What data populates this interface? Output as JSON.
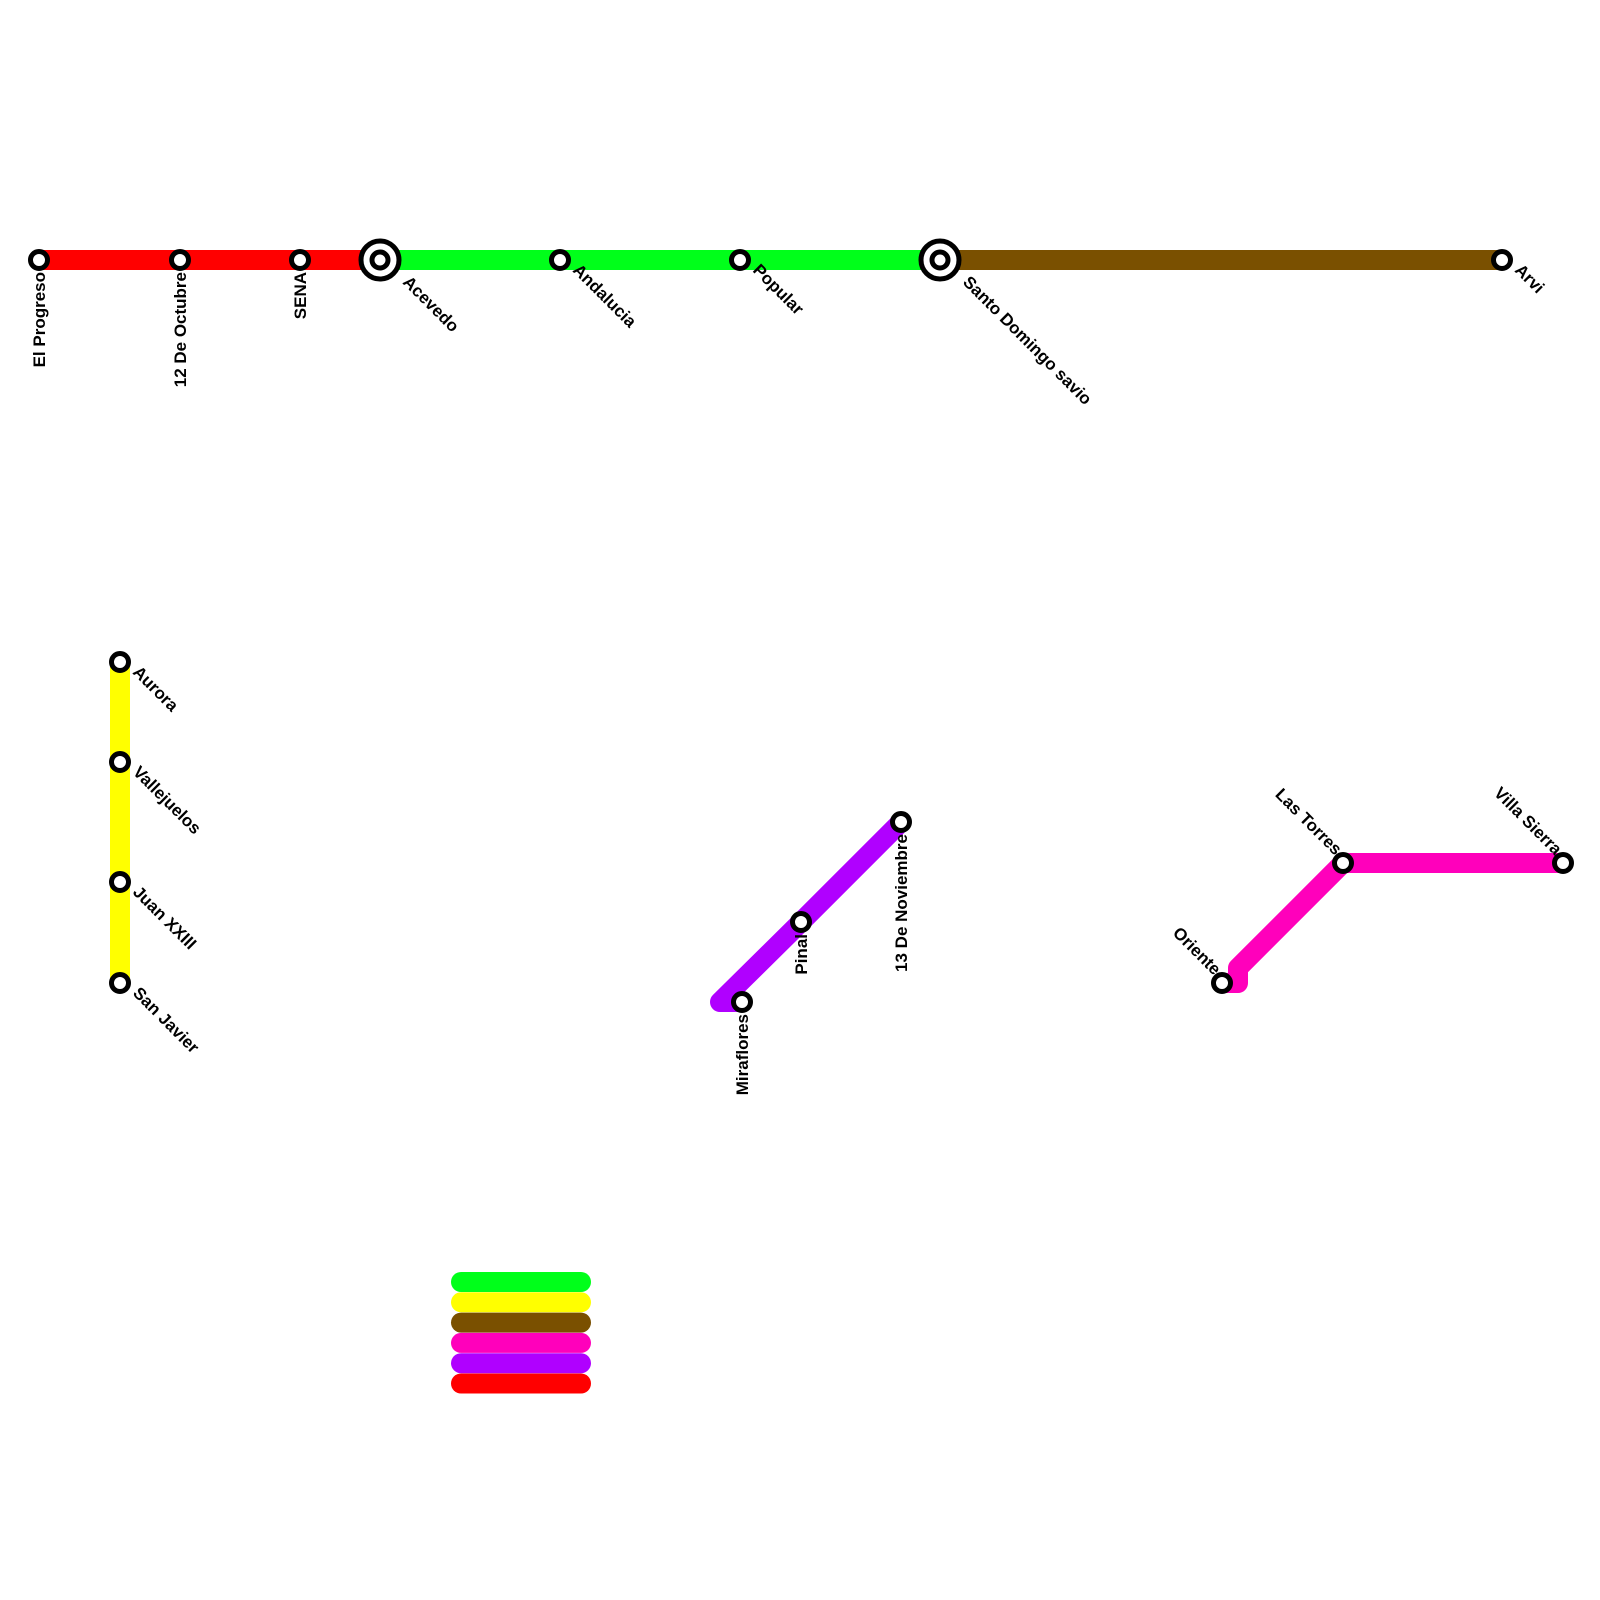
{
  "lines": [
    {
      "id": "red",
      "color": "#ff0000",
      "stations": [
        "El Progreso",
        "12 De Octubre",
        "SENA",
        "Acevedo"
      ]
    },
    {
      "id": "green",
      "color": "#00ff1a",
      "stations": [
        "Acevedo",
        "Andalucia",
        "Popular",
        "Santo Domingo savio"
      ]
    },
    {
      "id": "brown",
      "color": "#7a5000",
      "stations": [
        "Santo Domingo savio",
        "Arvi"
      ]
    },
    {
      "id": "yellow",
      "color": "#ffff00",
      "stations": [
        "Aurora",
        "Vallejuelos",
        "Juan XXIII",
        "San Javier"
      ]
    },
    {
      "id": "purple",
      "color": "#b000ff",
      "stations": [
        "Miraflores",
        "Pinal",
        "13 De Noviembre"
      ]
    },
    {
      "id": "pink",
      "color": "#ff00bb",
      "stations": [
        "Oriente",
        "Las Torres",
        "Villa Sierra"
      ]
    }
  ],
  "stations": {
    "el_progreso": "El Progreso",
    "doce_octubre": "12 De Octubre",
    "sena": "SENA",
    "acevedo": "Acevedo",
    "andalucia": "Andalucia",
    "popular": "Popular",
    "santo_domingo": "Santo Domingo savio",
    "arvi": "Arvi",
    "aurora": "Aurora",
    "vallejuelos": "Vallejuelos",
    "juan_xxiii": "Juan XXIII",
    "san_javier": "San Javier",
    "miraflores": "Miraflores",
    "pinal": "Pinal",
    "trece_noviembre": "13 De Noviembre",
    "oriente": "Oriente",
    "las_torres": "Las Torres",
    "villa_sierra": "Villa Sierra"
  },
  "interchanges": [
    "Acevedo",
    "Santo Domingo savio"
  ],
  "legend": {
    "entries": [
      {
        "line": "green",
        "color": "#00ff1a"
      },
      {
        "line": "yellow",
        "color": "#ffff00"
      },
      {
        "line": "brown",
        "color": "#7a5000"
      },
      {
        "line": "pink",
        "color": "#ff00bb"
      },
      {
        "line": "purple",
        "color": "#b000ff"
      },
      {
        "line": "red",
        "color": "#ff0000"
      }
    ]
  }
}
